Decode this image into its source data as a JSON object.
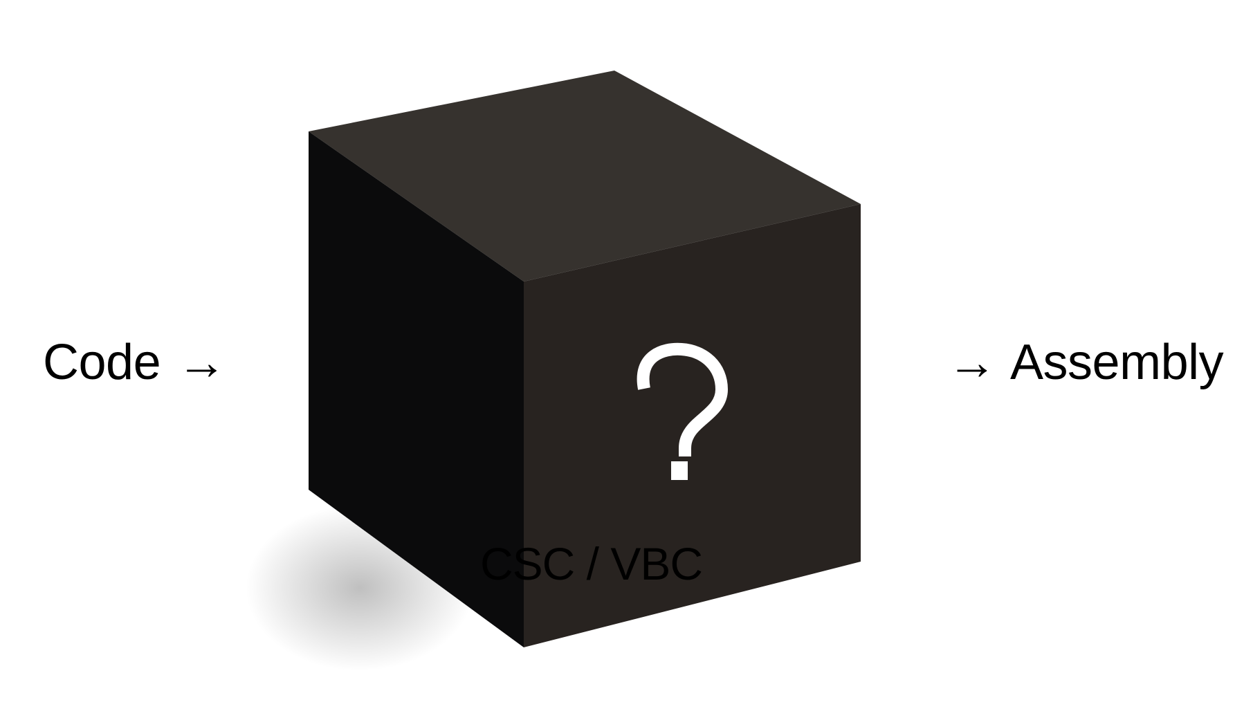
{
  "diagram": {
    "input": {
      "text": "Code",
      "arrow": "→"
    },
    "output": {
      "arrow": "→",
      "text": "Assembly"
    },
    "black_box": {
      "symbol": "?",
      "label": "CSC / VBC",
      "icon": "question-mark-icon"
    },
    "colors": {
      "background": "#ffffff",
      "cube_top": "#36322E",
      "cube_left": "#0B0B0C",
      "cube_front": "#282320",
      "question_mark": "#ffffff",
      "text": "#000000"
    }
  }
}
